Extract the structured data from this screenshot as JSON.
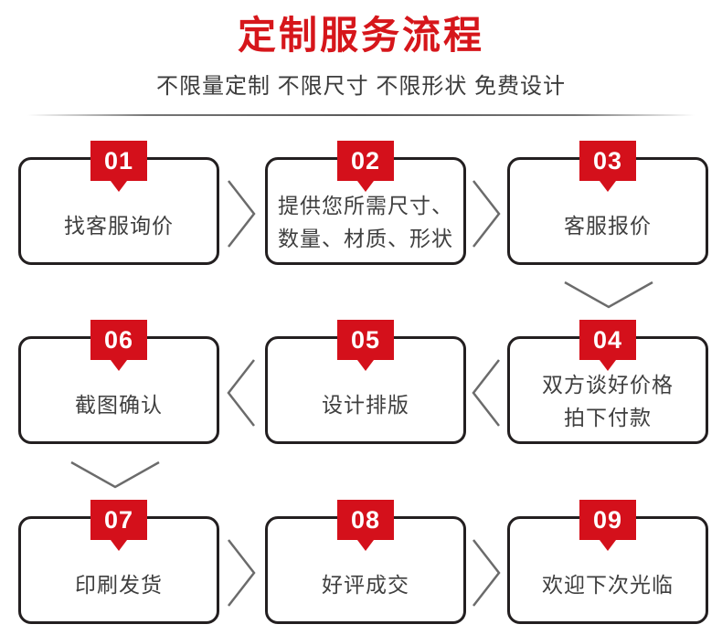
{
  "header": {
    "title": "定制服务流程",
    "subtitle": "不限量定制 不限尺寸 不限形状 免费设计",
    "title_color": "#d6161b",
    "subtitle_color": "#3c3c3c"
  },
  "theme": {
    "badge_color": "#d4101b",
    "box_border_color": "#231f20",
    "label_color": "#3f3f3f",
    "background": "#ffffff",
    "chevron_color": "#6b6b6b"
  },
  "flow": {
    "steps": [
      {
        "number": "01",
        "line1": "找客服询价",
        "line2": ""
      },
      {
        "number": "02",
        "line1": "提供您所需尺寸、",
        "line2": "数量、材质、形状"
      },
      {
        "number": "03",
        "line1": "客服报价",
        "line2": ""
      },
      {
        "number": "04",
        "line1": "双方谈好价格",
        "line2": "拍下付款"
      },
      {
        "number": "05",
        "line1": "设计排版",
        "line2": ""
      },
      {
        "number": "06",
        "line1": "截图确认",
        "line2": ""
      },
      {
        "number": "07",
        "line1": "印刷发货",
        "line2": ""
      },
      {
        "number": "08",
        "line1": "好评成交",
        "line2": ""
      },
      {
        "number": "09",
        "line1": "欢迎下次光临",
        "line2": ""
      }
    ],
    "connectors": [
      {
        "name": "connector-01-to-02",
        "direction": "right"
      },
      {
        "name": "connector-02-to-03",
        "direction": "right"
      },
      {
        "name": "connector-03-to-04",
        "direction": "down"
      },
      {
        "name": "connector-04-to-05",
        "direction": "left"
      },
      {
        "name": "connector-05-to-06",
        "direction": "left"
      },
      {
        "name": "connector-06-to-07",
        "direction": "down"
      },
      {
        "name": "connector-07-to-08",
        "direction": "right"
      },
      {
        "name": "connector-08-to-09",
        "direction": "right"
      }
    ]
  }
}
